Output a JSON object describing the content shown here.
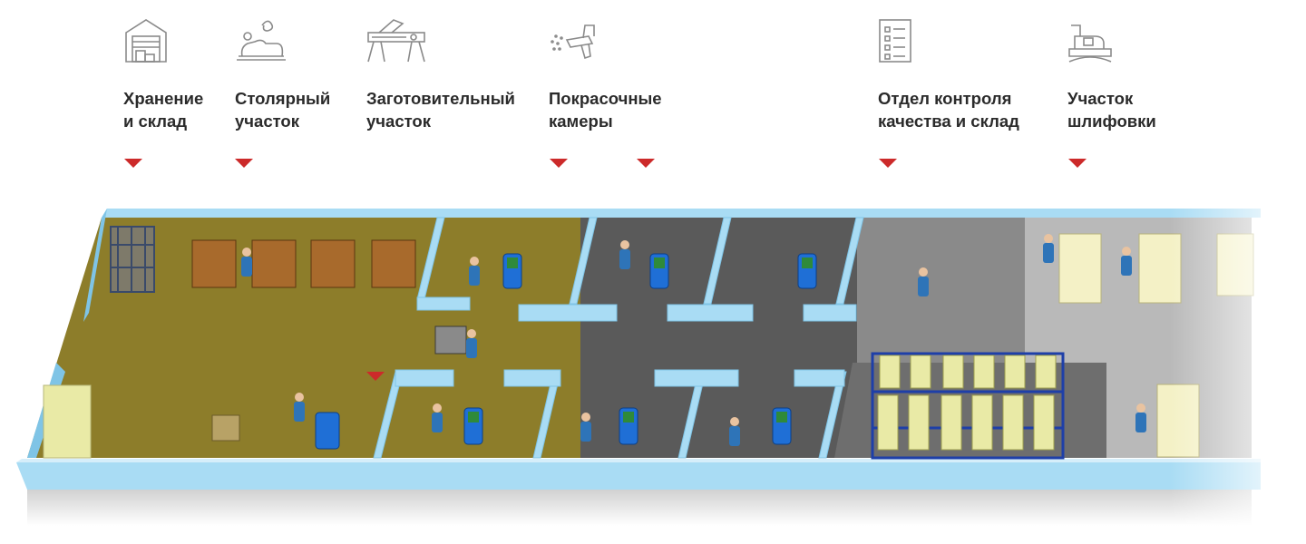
{
  "zones": [
    {
      "label": "Хранение\nи склад",
      "icon": "warehouse-icon"
    },
    {
      "label": "Столярный\nучасток",
      "icon": "carpentry-icon"
    },
    {
      "label": "Заготовительный\nучасток",
      "icon": "workbench-saw-icon"
    },
    {
      "label": "Покрасочные\nкамеры",
      "icon": "spray-gun-icon"
    },
    {
      "label": "Отдел контроля\nкачества и склад",
      "icon": "checklist-icon"
    },
    {
      "label": "Участок\nшлифовки",
      "icon": "sanding-machine-icon"
    }
  ],
  "colors": {
    "marker": "#cc2a2a",
    "wall": "#a9dcf4",
    "wall_dark": "#7fc4e6",
    "floor_storage": "#8d7d2a",
    "floor_paint": "#5a5a5a",
    "floor_quality": "#8a8a8a",
    "floor_sanding": "#b9b9b9",
    "shelf": "#1e3fa8",
    "board": "#e9eaa6",
    "worker": "#2e74b8",
    "equipment": "#1f6fd6",
    "workbench": "#a86a2c",
    "icon_stroke": "#8a8a8a"
  }
}
